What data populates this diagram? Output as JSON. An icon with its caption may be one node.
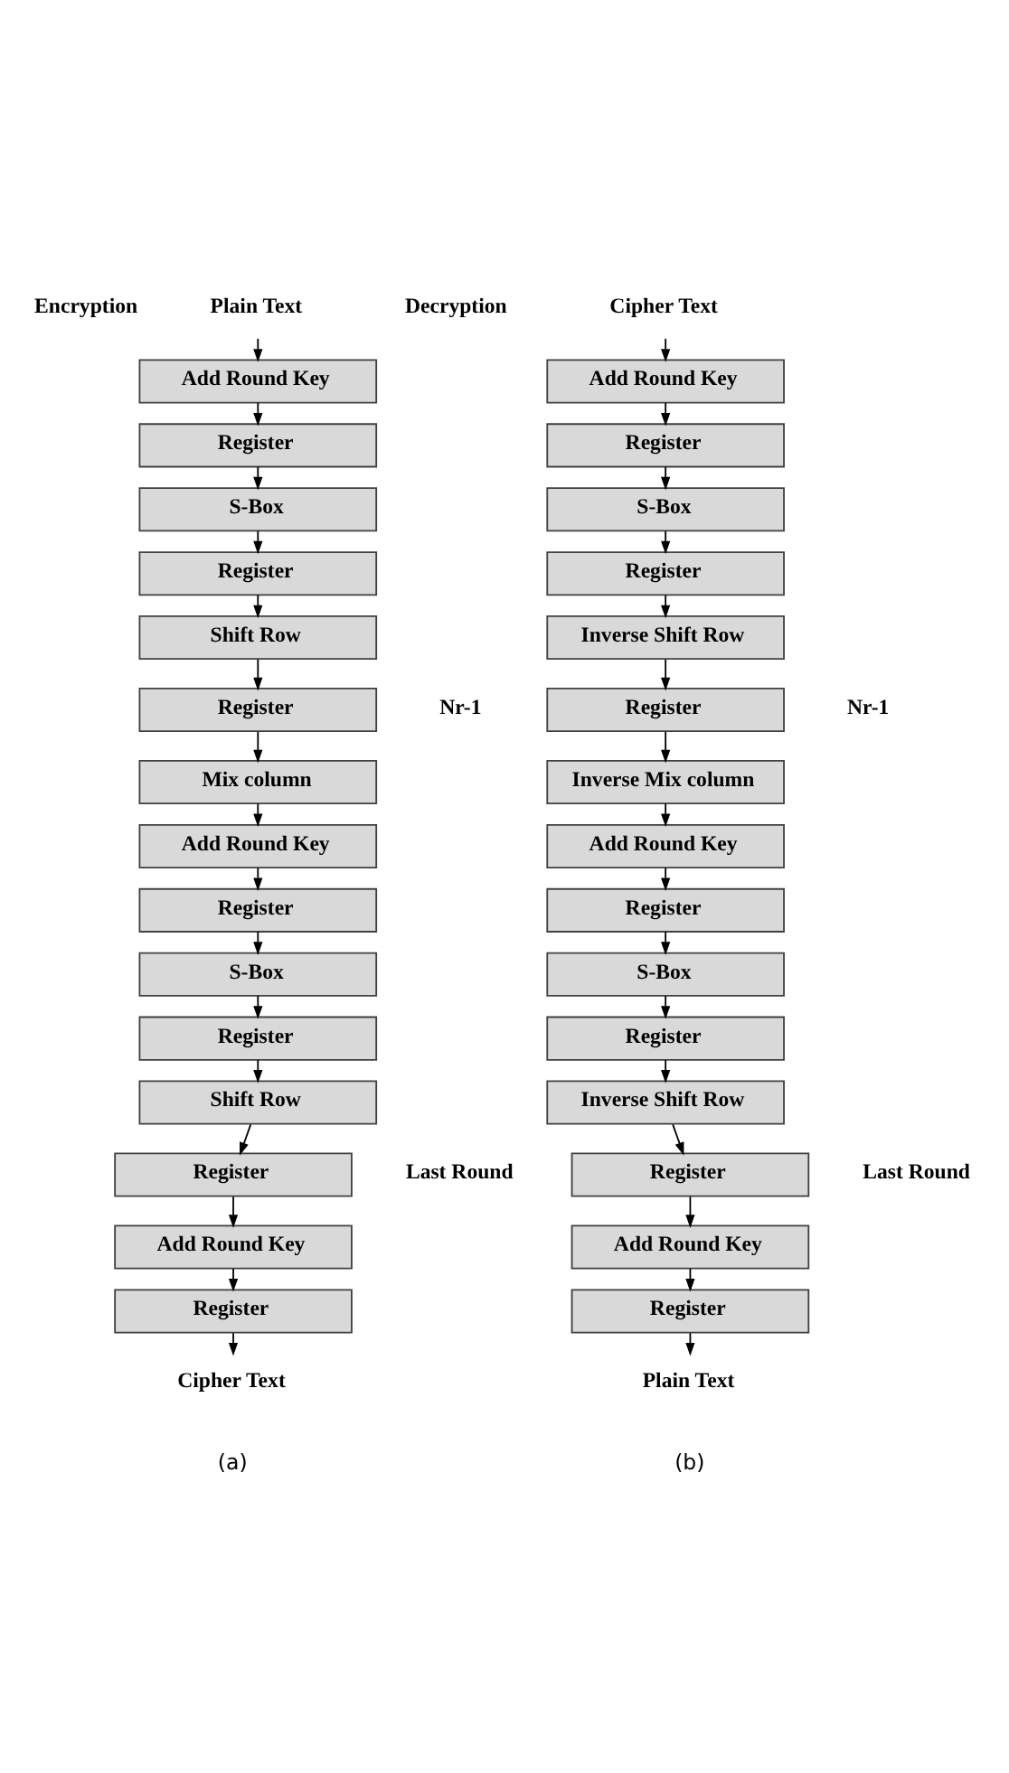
{
  "diagram": {
    "nodes": [
      {
        "text": [
          "Plain Text"
        ]
      },
      {
        "text": [
          "Add Round Key"
        ]
      },
      {
        "text": [
          "Register"
        ]
      },
      {
        "text": [
          "S-Box"
        ]
      },
      {
        "text": [
          "Register"
        ]
      },
      {
        "text": [
          "Shift Row"
        ]
      },
      {
        "text": [
          "Register"
        ]
      },
      {
        "text": [
          "Mix column"
        ]
      },
      {
        "text": [
          "Add Round Key"
        ]
      },
      {
        "text": [
          "Register"
        ]
      },
      {
        "text": [
          "S-Box"
        ]
      },
      {
        "text": [
          "Register"
        ]
      },
      {
        "text": [
          "Shift Row"
        ]
      },
      {
        "text": [
          "Register"
        ]
      },
      {
        "text": [
          "Add Round Key"
        ]
      },
      {
        "text": [
          "Register"
        ]
      },
      {
        "text": [
          "Cipher Text"
        ]
      },
      {
        "text": [
          "Cipher Text"
        ]
      },
      {
        "text": [
          "Add Round Key"
        ]
      },
      {
        "text": [
          "Register"
        ]
      },
      {
        "text": [
          "S-Box"
        ]
      },
      {
        "text": [
          "Register"
        ]
      },
      {
        "text": [
          "Inverse Shift Row"
        ]
      },
      {
        "text": [
          "Register"
        ]
      },
      {
        "text": [
          "Inverse Mix column"
        ]
      },
      {
        "text": [
          "Add Round Key"
        ]
      },
      {
        "text": [
          "Register"
        ]
      },
      {
        "text": [
          "S-Box"
        ]
      },
      {
        "text": [
          "Register"
        ]
      },
      {
        "text": [
          "Inverse Shift Row"
        ]
      },
      {
        "text": [
          "Register"
        ]
      },
      {
        "text": [
          "Add Round Key"
        ]
      },
      {
        "text": [
          "Register"
        ]
      },
      {
        "text": [
          "Plain Text"
        ]
      }
    ],
    "edges": [
      {
        "from": 0,
        "to": 1,
        "arrow": "to"
      },
      {
        "from": 1,
        "to": 2,
        "arrow": "to"
      },
      {
        "from": 2,
        "to": 3,
        "arrow": "to"
      },
      {
        "from": 3,
        "to": 4,
        "arrow": "to"
      },
      {
        "from": 4,
        "to": 5,
        "arrow": "to"
      },
      {
        "from": 5,
        "to": 6,
        "arrow": "to"
      },
      {
        "from": 6,
        "to": 7,
        "arrow": "to"
      },
      {
        "from": 7,
        "to": 8,
        "arrow": "to"
      },
      {
        "from": 8,
        "to": 9,
        "arrow": "to"
      },
      {
        "from": 9,
        "to": 10,
        "arrow": "to"
      },
      {
        "from": 10,
        "to": 11,
        "arrow": "to"
      },
      {
        "from": 11,
        "to": 12,
        "arrow": "to"
      },
      {
        "from": 12,
        "to": 13,
        "arrow": "to"
      },
      {
        "from": 13,
        "to": 14,
        "arrow": "to"
      },
      {
        "from": 14,
        "to": 15,
        "arrow": "to"
      },
      {
        "from": 15,
        "to": 16,
        "arrow": "to"
      },
      {
        "from": 17,
        "to": 18,
        "arrow": "to"
      },
      {
        "from": 18,
        "to": 19,
        "arrow": "to"
      },
      {
        "from": 19,
        "to": 20,
        "arrow": "to"
      },
      {
        "from": 20,
        "to": 21,
        "arrow": "to"
      },
      {
        "from": 21,
        "to": 22,
        "arrow": "to"
      },
      {
        "from": 22,
        "to": 23,
        "arrow": "to"
      },
      {
        "from": 23,
        "to": 24,
        "arrow": "to"
      },
      {
        "from": 24,
        "to": 25,
        "arrow": "to"
      },
      {
        "from": 25,
        "to": 26,
        "arrow": "to"
      },
      {
        "from": 26,
        "to": 27,
        "arrow": "to"
      },
      {
        "from": 27,
        "to": 28,
        "arrow": "to"
      },
      {
        "from": 28,
        "to": 29,
        "arrow": "to"
      },
      {
        "from": 29,
        "to": 30,
        "arrow": "to"
      },
      {
        "from": 30,
        "to": 31,
        "arrow": "to"
      },
      {
        "from": 31,
        "to": 32,
        "arrow": "to"
      },
      {
        "from": 32,
        "to": 33,
        "arrow": "to"
      }
    ],
    "labels": [
      "Encryption",
      "Nr-1",
      "Last Round",
      "(a)",
      "Decryption",
      "Nr-1",
      "Last Round",
      "(b)"
    ]
  }
}
